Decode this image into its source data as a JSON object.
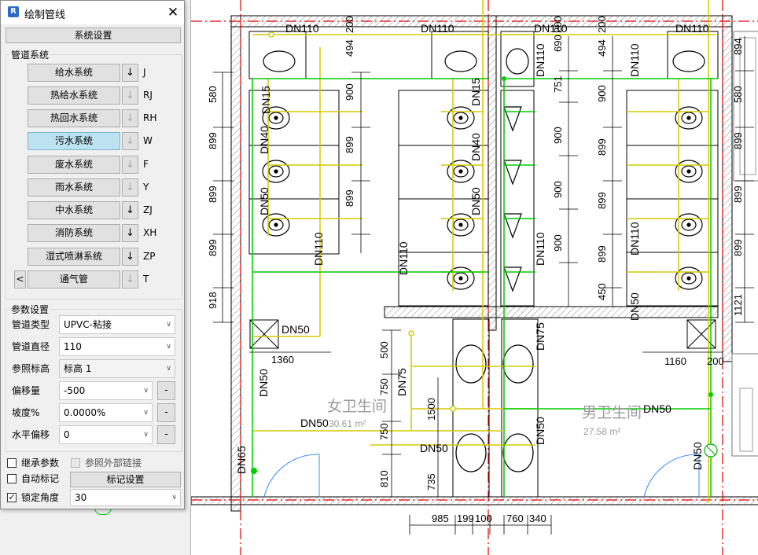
{
  "dialog": {
    "title": "绘制管线",
    "app_icon": "R",
    "close_glyph": "✕",
    "settings_button": "系统设置",
    "pipe_system_group": "管道系统",
    "systems": [
      {
        "label": "给水系统",
        "arrow": "↓",
        "key": "J"
      },
      {
        "label": "热给水系统",
        "arrow": "↓",
        "key": "RJ"
      },
      {
        "label": "热回水系统",
        "arrow": "↓",
        "key": "RH"
      },
      {
        "label": "污水系统",
        "arrow": "↓",
        "key": "W"
      },
      {
        "label": "废水系统",
        "arrow": "↓",
        "key": "F"
      },
      {
        "label": "雨水系统",
        "arrow": "↓",
        "key": "Y"
      },
      {
        "label": "中水系统",
        "arrow": "↓",
        "key": "ZJ"
      },
      {
        "label": "消防系统",
        "arrow": "↓",
        "key": "XH"
      },
      {
        "label": "湿式喷淋系统",
        "arrow": "↓",
        "key": "ZP"
      },
      {
        "label": "通气管",
        "arrow": "↓",
        "key": "T"
      }
    ],
    "scroll_left": "<",
    "param_group": "参数设置",
    "params": {
      "pipe_type_label": "管道类型",
      "pipe_type_value": "UPVC-粘接",
      "diameter_label": "管道直径",
      "diameter_value": "110",
      "ref_level_label": "参照标高",
      "ref_level_value": "标高 1",
      "offset_label": "偏移量",
      "offset_value": "-500",
      "slope_label": "坡度%",
      "slope_value": "0.0000%",
      "h_offset_label": "水平偏移",
      "h_offset_value": "0",
      "minus_glyph": "-"
    },
    "inherit_label": "继承参数",
    "external_link_label": "参照外部链接",
    "auto_tag_label": "自动标记",
    "tag_settings_button": "标记设置",
    "lock_angle_label": "锁定角度",
    "lock_angle_value": "30",
    "check_glyph": "✓"
  },
  "drawing": {
    "room_female": "女卫生间",
    "area_female": "30.61 m²",
    "room_male": "男卫生间",
    "area_male": "27.58 m²",
    "labels": {
      "dn110": "DN110",
      "dn15": "DN15",
      "dn40": "DN40",
      "dn50": "DN50",
      "dn65": "DN65",
      "dn75": "DN75"
    },
    "dims": {
      "d200": "200",
      "d494": "494",
      "d690": "690",
      "d580": "580",
      "d900": "900",
      "d751": "751",
      "d899": "899",
      "d918": "918",
      "d450": "450",
      "d1121": "1121",
      "d894": "894",
      "d1360": "1360",
      "d1160": "1160",
      "d500": "500",
      "d750": "750",
      "d1500": "1500",
      "d810": "810",
      "d735": "735",
      "d985": "985",
      "d199": "199",
      "d100": "100",
      "d760": "760",
      "d340": "340"
    },
    "colors": {
      "wall": "#000000",
      "axis": "#e00000",
      "pipe_yellow": "#d6c800",
      "pipe_green": "#00cc00",
      "text": "#000000",
      "room_text": "#9a9a9a"
    }
  }
}
